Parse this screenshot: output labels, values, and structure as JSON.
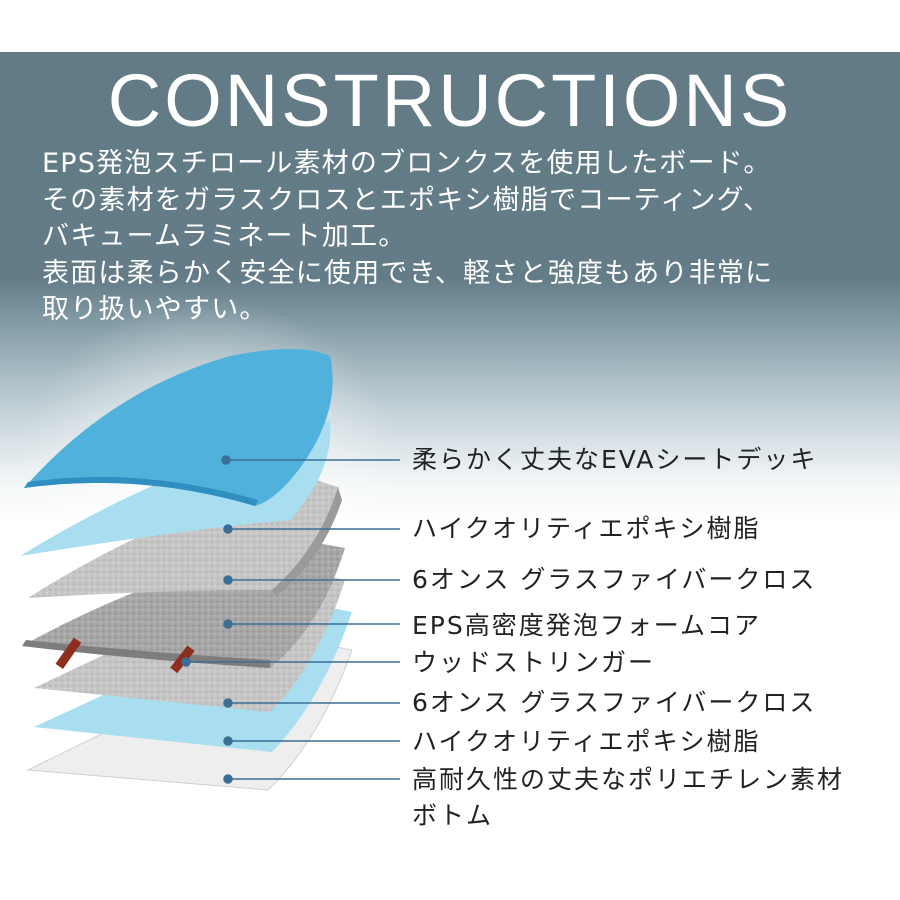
{
  "title": "CONSTRUCTIONS",
  "description": [
    "EPS発泡スチロール素材のブロンクスを使用したボード。",
    "その素材をガラスクロスとエポキシ樹脂でコーティング、",
    "バキュームラミネート加工。",
    "表面は柔らかく安全に使用でき、軽さと強度もあり非常に",
    "取り扱いやすい。"
  ],
  "layers": [
    "柔らかく丈夫なEVAシートデッキ",
    "ハイクオリティエポキシ樹脂",
    "6オンス グラスファイバークロス",
    "EPS高密度発泡フォームコア",
    "ウッドストリンガー",
    "6オンス グラスファイバークロス",
    "ハイクオリティエポキシ樹脂",
    [
      "高耐久性の丈夫なポリエチレン素材",
      "ボトム"
    ]
  ],
  "colors": {
    "banner": "#627b86",
    "deck": "#4fb1dc",
    "resin": "#a9def1",
    "fiberglass": "#a9a9a9",
    "foam": "#c9c9c9",
    "stringer": "#8e2e1f",
    "bottom": "#eeeeee",
    "leader_line": "#3b6f95"
  }
}
